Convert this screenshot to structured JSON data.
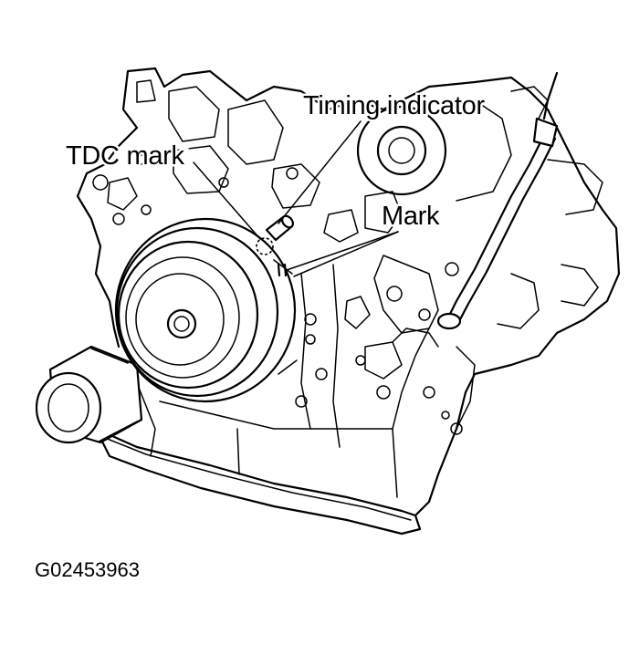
{
  "labels": {
    "timing_indicator": "Timing indicator",
    "tdc_mark": "TDC mark",
    "mark": "Mark"
  },
  "figure_code": "G02453963",
  "colors": {
    "ink": "#000000",
    "paper": "#ffffff"
  }
}
